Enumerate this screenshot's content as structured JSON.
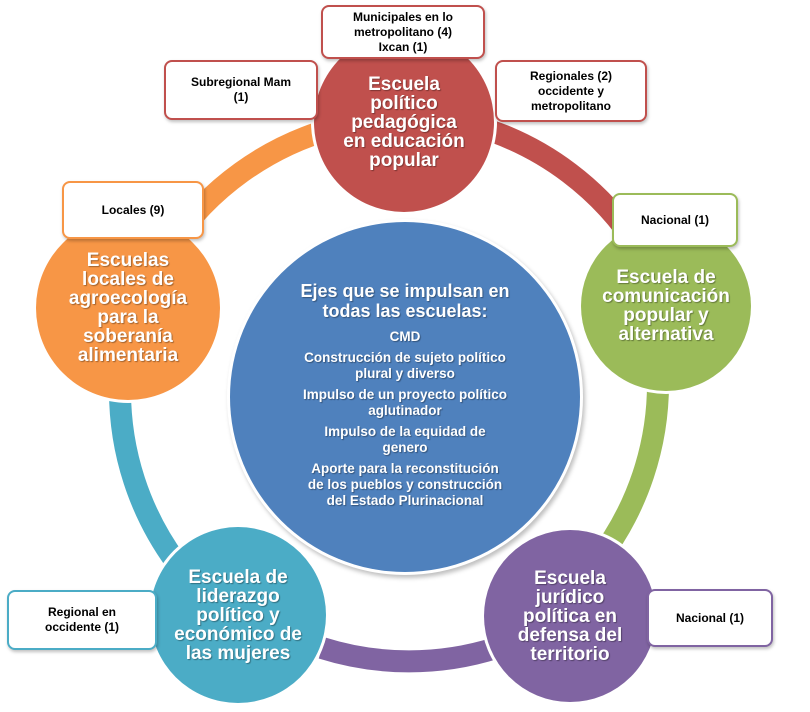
{
  "colors": {
    "red": "#c0504d",
    "green": "#9bbb59",
    "purple": "#8064a2",
    "teal": "#4bacc6",
    "orange": "#f79646",
    "blue": "#4f81bd"
  },
  "center": {
    "title": "Ejes que se impulsan en\ntodas las escuelas:",
    "items": [
      "CMD",
      "Construcción de sujeto político\nplural y diverso",
      "Impulso de un proyecto político\naglutinador",
      "Impulso de la equidad de\ngenero",
      "Aporte para la reconstitución\nde los pueblos y construcción\ndel Estado Plurinacional"
    ]
  },
  "schools": [
    {
      "name": "Escuela\npolítico\npedagógica\nen educación\npopular",
      "color": "#c0504d"
    },
    {
      "name": "Escuela de\ncomunicación\npopular y\nalternativa",
      "color": "#9bbb59"
    },
    {
      "name": "Escuela\njurídico\npolítica en\ndefensa del\nterritorio",
      "color": "#8064a2"
    },
    {
      "name": "Escuela  de\nliderazgo\npolítico y\neconómico de\nlas mujeres",
      "color": "#4bacc6"
    },
    {
      "name": "Escuelas\nlocales de\nagroecología\npara la\nsoberanía\nalimentaria",
      "color": "#f79646"
    }
  ],
  "labels": [
    {
      "text": "Municipales en lo\nmetropolitano (4)\nIxcan (1)",
      "color": "#c0504d"
    },
    {
      "text": "Subregional Mam\n(1)",
      "color": "#c0504d"
    },
    {
      "text": "Regionales (2)\noccidente y\nmetropolitano",
      "color": "#c0504d"
    },
    {
      "text": "Nacional (1)",
      "color": "#9bbb59"
    },
    {
      "text": "Nacional (1)",
      "color": "#8064a2"
    },
    {
      "text": "Regional en\noccidente (1)",
      "color": "#4bacc6"
    },
    {
      "text": "Locales (9)",
      "color": "#f79646"
    }
  ]
}
